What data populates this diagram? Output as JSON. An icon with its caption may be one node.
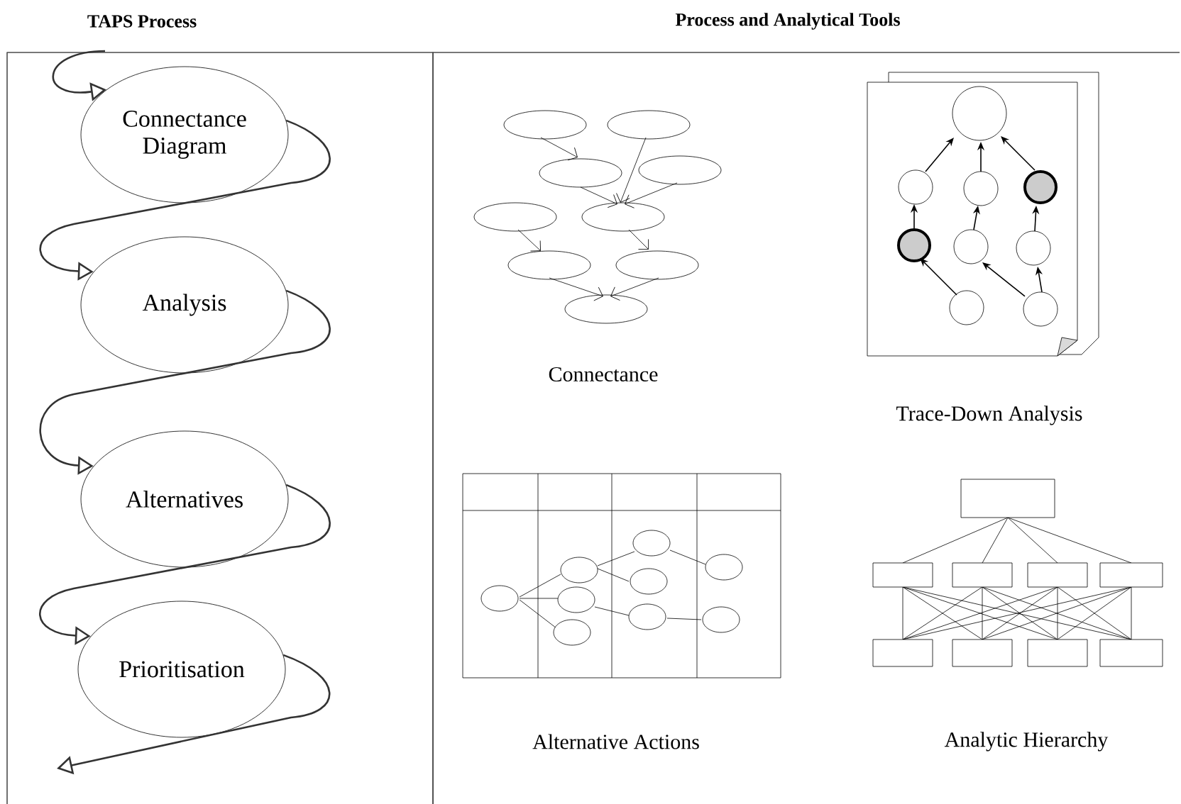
{
  "diagram": {
    "nodes": [
      {
        "text": [
          "TAPS Process"
        ]
      },
      {
        "text": [
          "Process and Analytical Tools"
        ]
      },
      {
        "text": [
          "Connectance Diagram"
        ],
        "in": 0
      },
      {
        "text": [
          "Analysis"
        ],
        "in": 0
      },
      {
        "text": [
          "Alternatives"
        ],
        "in": 0
      },
      {
        "text": [
          "Prioritisation"
        ],
        "in": 0
      },
      {
        "text": [],
        "shape": "picture",
        "in": 1,
        "beside": [
          "Connectance"
        ]
      },
      {
        "text": [],
        "shape": "picture",
        "in": 1,
        "beside": [
          "Trace-Down Analysis"
        ]
      },
      {
        "text": [],
        "shape": "picture",
        "in": 1,
        "beside": [
          "Alternative Actions"
        ]
      },
      {
        "text": [],
        "shape": "picture",
        "in": 1,
        "beside": [
          "Analytic Hierarchy"
        ]
      }
    ],
    "edges": [
      {
        "from": null,
        "to": 2,
        "arrow": "to"
      },
      {
        "from": 2,
        "to": 3,
        "arrow": "to"
      },
      {
        "from": 3,
        "to": 4,
        "arrow": "to"
      },
      {
        "from": 4,
        "to": 5,
        "arrow": "to"
      },
      {
        "from": 5,
        "to": null,
        "arrow": "to"
      }
    ]
  }
}
